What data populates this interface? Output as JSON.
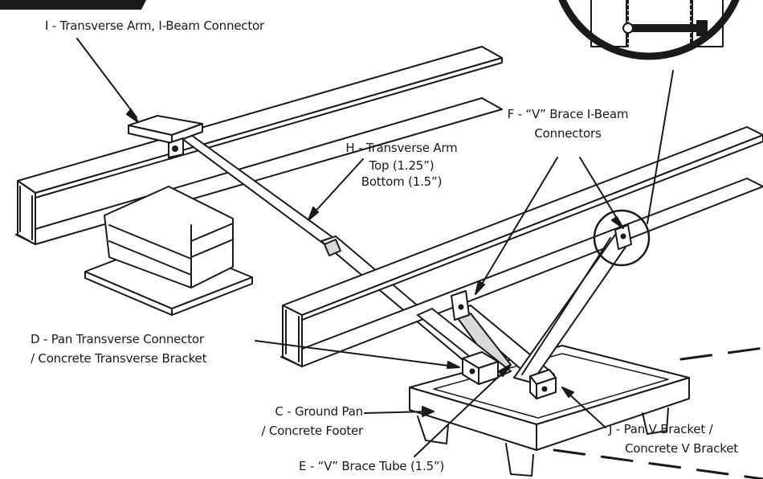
{
  "labels": {
    "transverse_arm_connector": "I - Transverse Arm, I-Beam Connector",
    "v_brace_connectors_line1": "F - “V” Brace I-Beam",
    "v_brace_connectors_line2": "Connectors",
    "transverse_arm_line1": "H - Transverse Arm",
    "transverse_arm_line2": "Top (1.25”)",
    "transverse_arm_line3": "Bottom (1.5”)",
    "pan_connector_line1": "D - Pan Transverse Connector",
    "pan_connector_line2": "/ Concrete Transverse Bracket",
    "ground_pan_line1": "C - Ground Pan",
    "ground_pan_line2": "/ Concrete Footer",
    "v_bracket_line1": "J - Pan V Bracket /",
    "v_bracket_line2": "Concrete V Bracket",
    "v_brace_tube": "E - “V” Brace Tube (1.5”)"
  },
  "colors": {
    "ink": "#1a1a1a",
    "fill": "#ffffff",
    "shade": "#d9d9d9"
  }
}
